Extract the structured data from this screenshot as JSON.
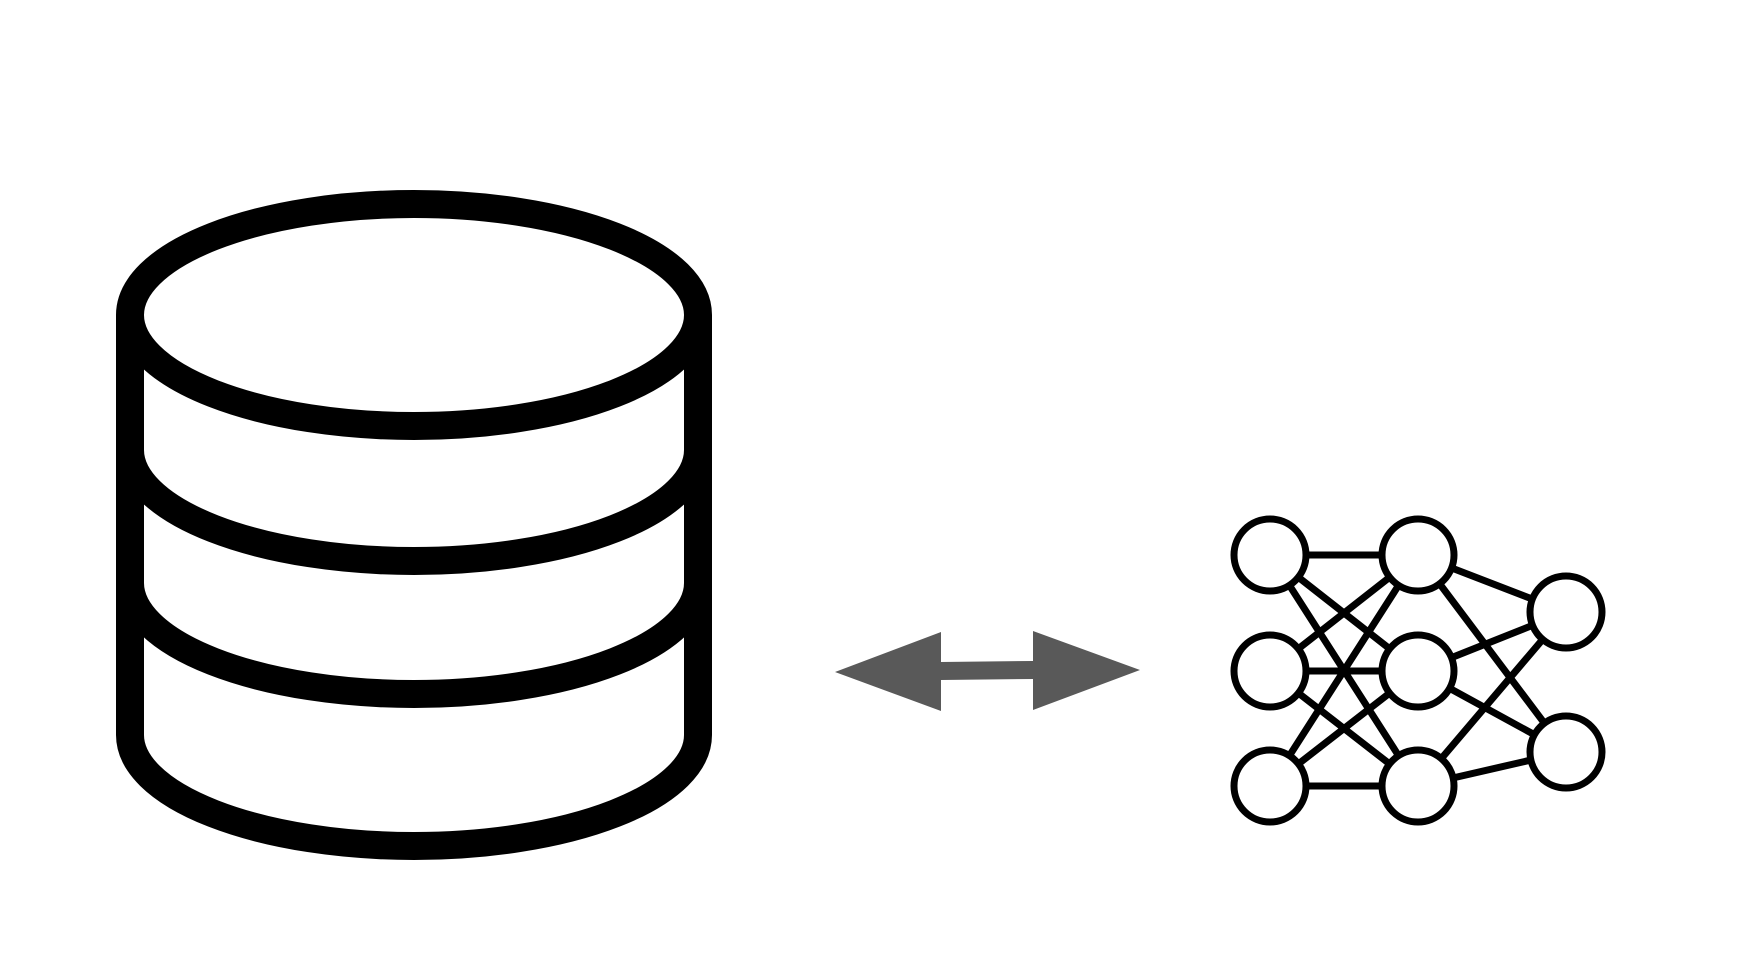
{
  "diagram": {
    "nodes": [
      {
        "id": "database",
        "icon": "database-icon"
      },
      {
        "id": "neural-network",
        "icon": "neural-network-icon"
      }
    ],
    "edges": [
      {
        "from": "database",
        "to": "neural-network",
        "direction": "bidirectional",
        "icon": "double-arrow-icon"
      }
    ],
    "colors": {
      "stroke": "#000000",
      "arrow": "#595959",
      "fill": "#ffffff"
    },
    "neural_network": {
      "layers": [
        3,
        3,
        2
      ]
    }
  }
}
